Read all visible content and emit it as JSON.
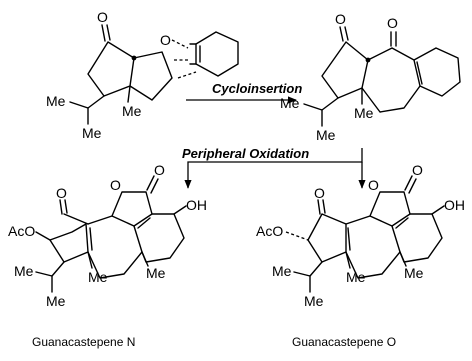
{
  "reaction_labels": {
    "step1": "Cycloinsertion",
    "step2": "Peripheral Oxidation"
  },
  "atom_labels": {
    "oxygen": "O",
    "methyl": "Me",
    "hydroxyl": "OH",
    "acetoxy": "AcO"
  },
  "products": {
    "left": "Guanacastepene N",
    "right": "Guanacastepene O"
  }
}
